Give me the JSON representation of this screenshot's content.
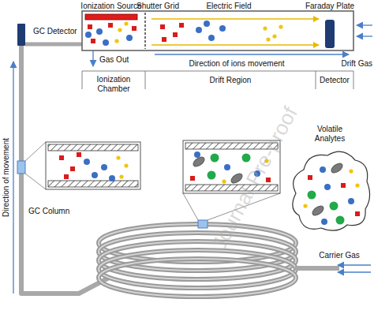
{
  "diagram": {
    "nodes": [
      {
        "text": [
          "GC Detector"
        ]
      },
      {
        "text": [
          "Faraday Plate"
        ]
      },
      {
        "text": [
          "Volatile Analytes"
        ]
      }
    ],
    "labels": [
      "Ionization Source",
      "Shutter Grid",
      "Electric Field",
      "Gas Out",
      "Ionization Chamber",
      "Drift Region",
      "Detector",
      "Direction of ions movement",
      "Drift Gas",
      "Direction of movement",
      "GC Column",
      "Carrier Gas",
      "Journal Pre-proof"
    ]
  }
}
